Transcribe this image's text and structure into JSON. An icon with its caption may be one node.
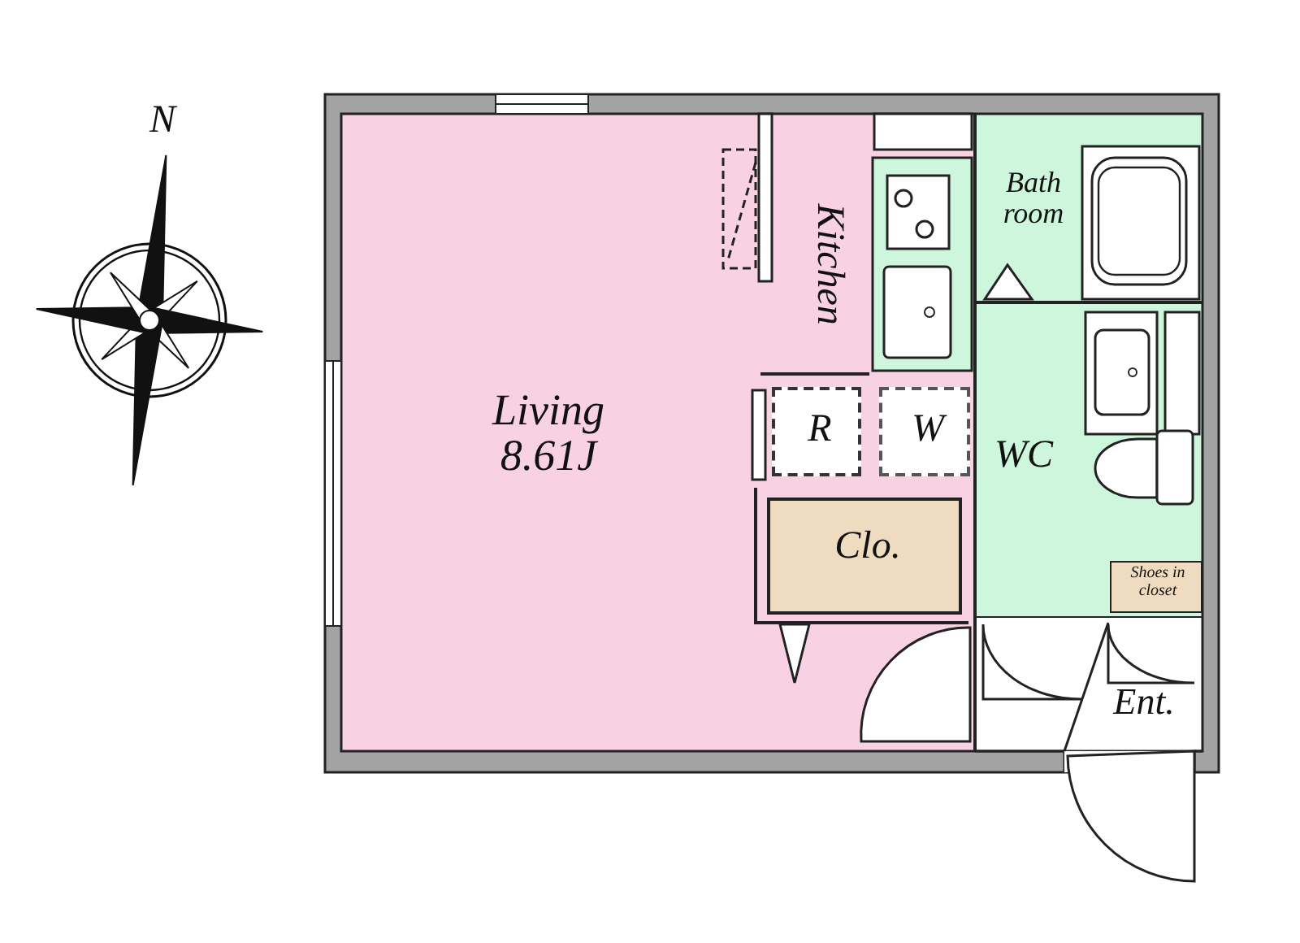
{
  "diagram": {
    "nodes": [
      {
        "text": [
          "Living 8.61J"
        ]
      },
      {
        "text": [
          "R"
        ],
        "in": 0
      },
      {
        "text": [
          "W"
        ],
        "in": 0
      },
      {
        "text": [
          "Clo."
        ],
        "in": 0
      },
      {
        "text": [
          "Bath room"
        ]
      },
      {
        "text": [
          "WC"
        ]
      },
      {
        "text": [
          "Shoes in closet"
        ],
        "in": 5
      },
      {
        "text": [
          "Ent."
        ]
      }
    ],
    "labels": [
      "N",
      "Kitchen"
    ]
  }
}
